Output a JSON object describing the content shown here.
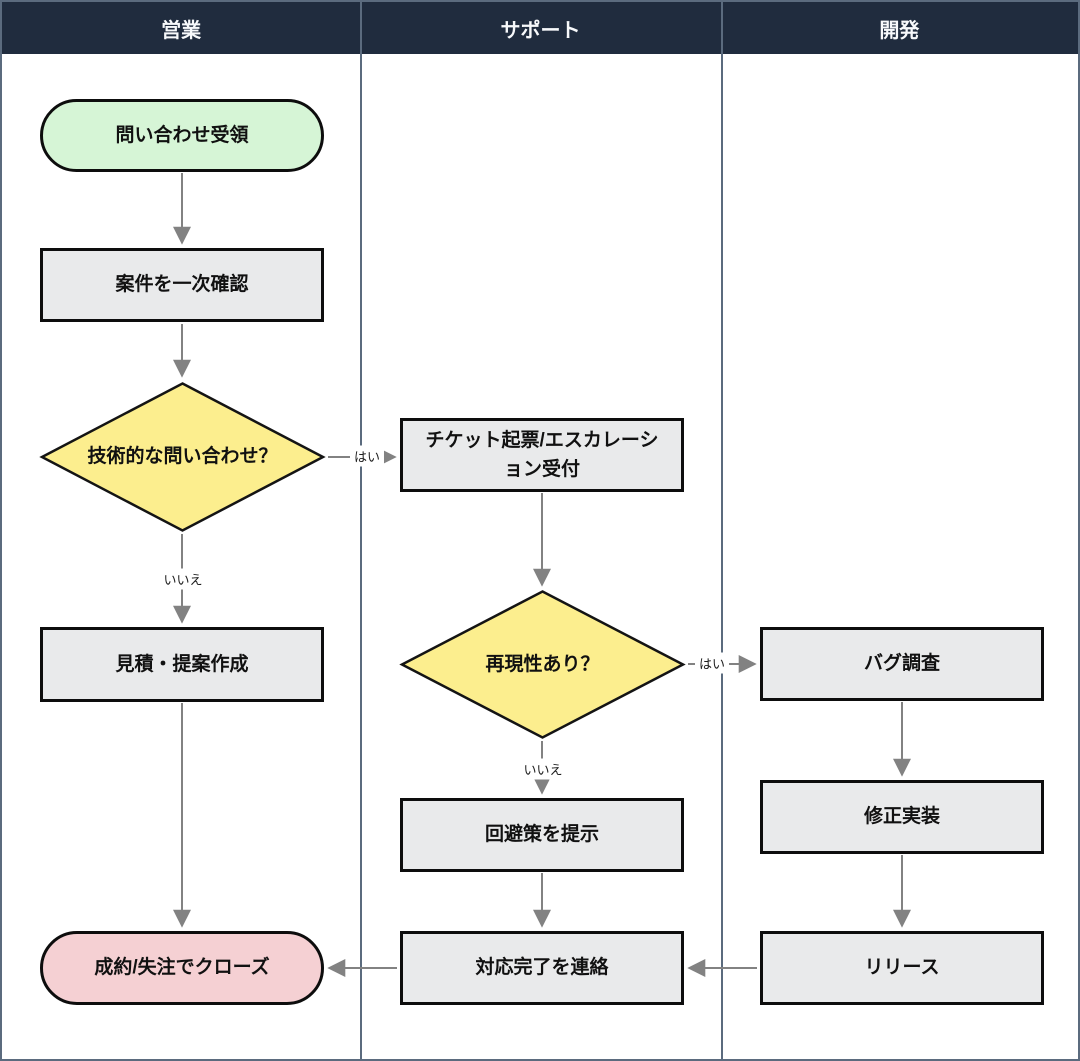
{
  "lanes": [
    {
      "label": "営業"
    },
    {
      "label": "サポート"
    },
    {
      "label": "開発"
    }
  ],
  "nodes": {
    "start": {
      "label": "問い合わせ受領",
      "type": "start",
      "lane": "営業"
    },
    "initial_check": {
      "label": "案件を一次確認",
      "type": "process",
      "lane": "営業"
    },
    "is_technical": {
      "label": "技術的な問い合わせ？",
      "type": "decision",
      "lane": "営業"
    },
    "quote": {
      "label": "見積・提案作成",
      "type": "process",
      "lane": "営業"
    },
    "close": {
      "label": "成約/失注でクローズ",
      "type": "end",
      "lane": "営業"
    },
    "ticket": {
      "label": "チケット起票/エスカレーション受付",
      "type": "process",
      "lane": "サポート"
    },
    "reproducible": {
      "label": "再現性あり？",
      "type": "decision",
      "lane": "サポート"
    },
    "workaround": {
      "label": "回避策を提示",
      "type": "process",
      "lane": "サポート"
    },
    "notify_complete": {
      "label": "対応完了を連絡",
      "type": "process",
      "lane": "サポート"
    },
    "bug_investigation": {
      "label": "バグ調査",
      "type": "process",
      "lane": "開発"
    },
    "fix": {
      "label": "修正実装",
      "type": "process",
      "lane": "開発"
    },
    "release": {
      "label": "リリース",
      "type": "process",
      "lane": "開発"
    }
  },
  "edge_labels": {
    "yes1": "はい",
    "no1": "いいえ",
    "yes2": "はい",
    "no2": "いいえ"
  },
  "colors": {
    "header_bg": "#202c3e",
    "lane_border": "#5b6b7e",
    "start_fill": "#d6f5d6",
    "end_fill": "#f5d0d3",
    "decision_fill": "#fcee8e",
    "process_fill": "#e9eaeb",
    "node_border": "#0d0d0d",
    "arrow": "#828282",
    "label_color": "#1f1f1f"
  }
}
